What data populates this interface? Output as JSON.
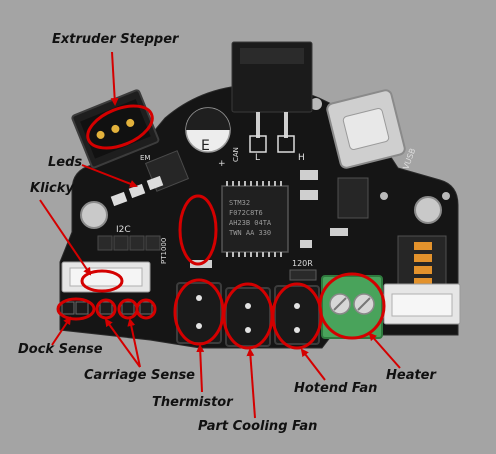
{
  "labels": {
    "extruder_stepper": "Extruder Stepper",
    "leds": "Leds",
    "klicky": "Klicky",
    "dock_sense": "Dock Sense",
    "carriage_sense": "Carriage Sense",
    "thermistor": "Thermistor",
    "part_cooling_fan": "Part Cooling Fan",
    "hotend_fan": "Hotend Fan",
    "heater": "Heater"
  },
  "silkscreen": {
    "i2c": "I2C",
    "pt1000": "PT1000",
    "r120": "120R",
    "vusb": "VUSB",
    "can_l": "L",
    "can_h": "H",
    "can": "CAN",
    "em": "EM",
    "chip_line1": "STM32",
    "chip_line2": "F072C8T6",
    "chip_line3": "AH23B 04TA",
    "chip_line4": "TWN AA 330",
    "cap_mark": "E",
    "plus": "+"
  },
  "colors": {
    "annotation": "#d40000",
    "background": "#a4a4a4",
    "board": "#151515",
    "terminal": "#49a35b"
  }
}
